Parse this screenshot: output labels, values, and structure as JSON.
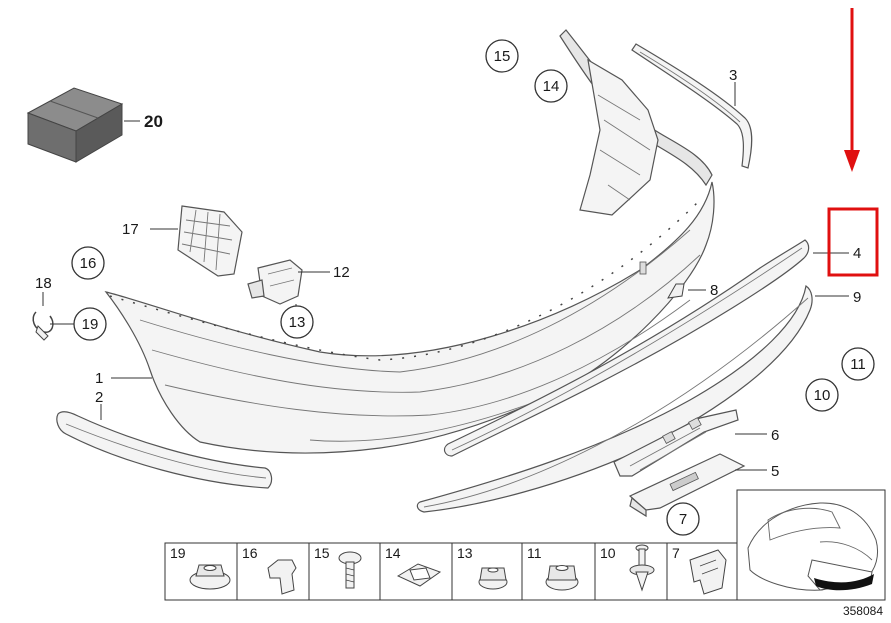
{
  "callouts": {
    "p1": "1",
    "p2": "2",
    "p3": "3",
    "p4": "4",
    "p5": "5",
    "p6": "6",
    "p7": "7",
    "p8": "8",
    "p9": "9",
    "p10": "10",
    "p11": "11",
    "p12": "12",
    "p13": "13",
    "p14": "14",
    "p15": "15",
    "p16": "16",
    "p17": "17",
    "p18": "18",
    "p19": "19",
    "p20": "20"
  },
  "fastener_strip": [
    "19",
    "16",
    "15",
    "14",
    "13",
    "11",
    "10",
    "7"
  ],
  "reference_number": "358084",
  "annotation": {
    "color": "#e01010",
    "highlight_part": "4"
  }
}
